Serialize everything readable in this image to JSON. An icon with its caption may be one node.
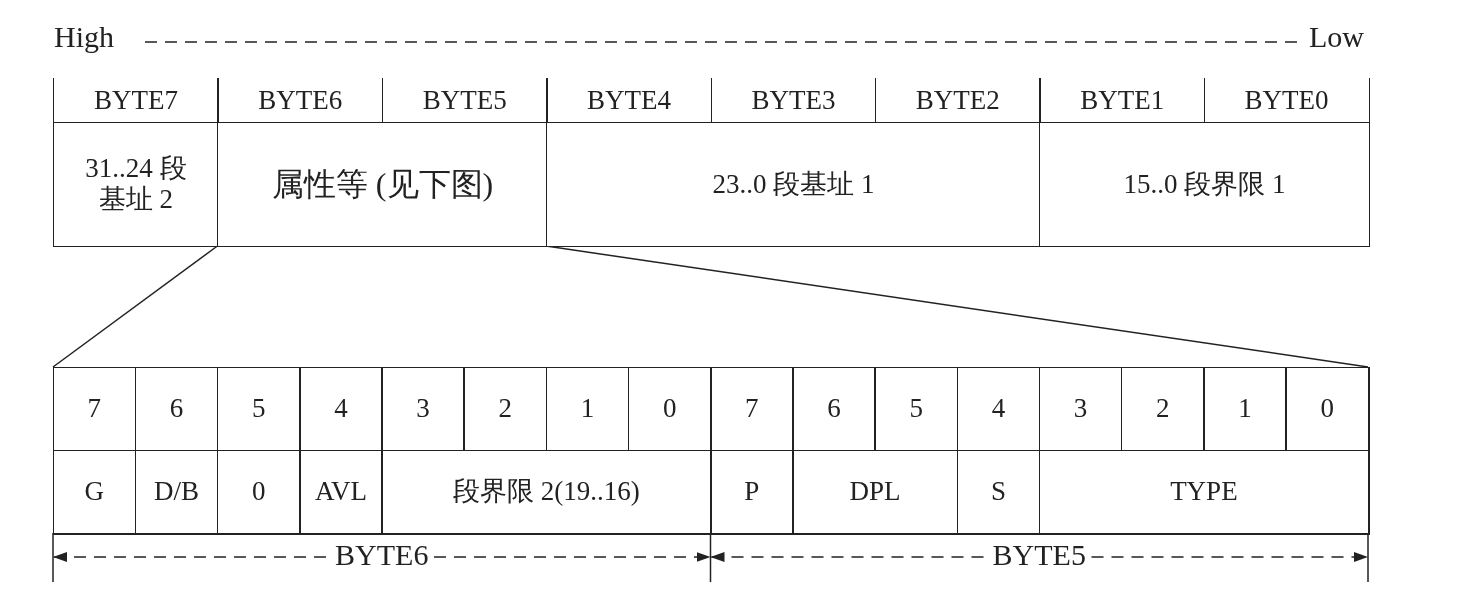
{
  "diagram": {
    "nodes": [
      {
        "text": [
          "31..24 段基址 2"
        ]
      },
      {
        "text": [
          "属性等 (见下图)"
        ]
      },
      {
        "text": [
          "23..0 段基址 1"
        ]
      },
      {
        "text": [
          "15..0 段界限 1"
        ]
      },
      {
        "text": [],
        "shape": "box"
      }
    ],
    "edges": [
      {
        "from": 1,
        "to": 4,
        "arrow": "none"
      },
      {
        "from": 1,
        "to": 4,
        "arrow": "none"
      }
    ],
    "labels": [
      "High",
      "Low",
      "BYTE7",
      "BYTE6",
      "BYTE5",
      "BYTE4",
      "BYTE3",
      "BYTE2",
      "BYTE1",
      "BYTE0",
      "7",
      "6",
      "5",
      "4",
      "3",
      "2",
      "1",
      "0",
      "7",
      "6",
      "5",
      "4",
      "3",
      "2",
      "1",
      "0",
      "G",
      "D/B",
      "0",
      "AVL",
      "段界限 2(19..16)",
      "P",
      "DPL",
      "S",
      "TYPE",
      "BYTE6",
      "BYTE5"
    ]
  }
}
